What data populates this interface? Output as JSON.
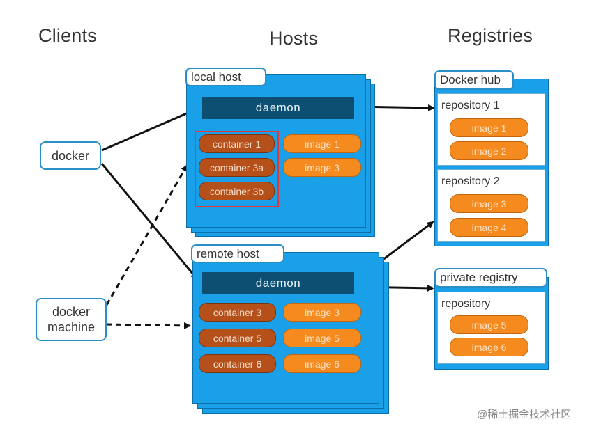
{
  "columns": {
    "clients": "Clients",
    "hosts": "Hosts",
    "registries": "Registries"
  },
  "clients": {
    "docker": "docker",
    "docker_machine_line1": "docker",
    "docker_machine_line2": "machine"
  },
  "local_host": {
    "label": "local host",
    "daemon": "daemon",
    "containers": [
      "container 1",
      "container 3a",
      "container 3b"
    ],
    "images": [
      "image 1",
      "image 3"
    ]
  },
  "remote_host": {
    "label": "remote host",
    "daemon": "daemon",
    "containers": [
      "container 3",
      "container 5",
      "container 6"
    ],
    "images": [
      "image 3",
      "image 5",
      "image 6"
    ]
  },
  "docker_hub": {
    "label": "Docker hub",
    "repositories": [
      {
        "title": "repository 1",
        "images": [
          "image 1",
          "image 2"
        ]
      },
      {
        "title": "repository 2",
        "images": [
          "image 3",
          "image 4"
        ]
      }
    ]
  },
  "private_registry": {
    "label": "private registry",
    "repository": {
      "title": "repository",
      "images": [
        "image 5",
        "image 6"
      ]
    }
  },
  "watermark": "@稀土掘金技术社区",
  "colors": {
    "panel_blue": "#1aa0e8",
    "daemon_navy": "#0d4f72",
    "container_brown": "#b6501a",
    "image_orange": "#f58a1f",
    "highlight_red": "#e0383b"
  }
}
